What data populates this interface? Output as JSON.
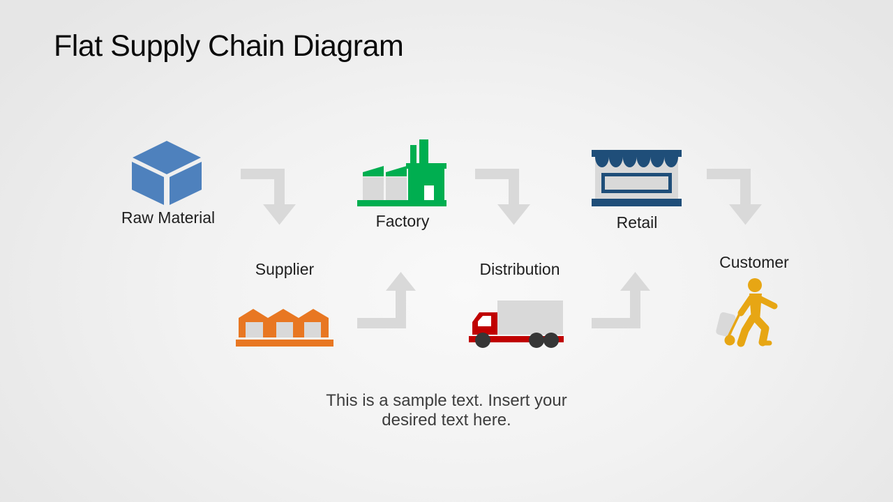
{
  "slide": {
    "title": "Flat Supply Chain Diagram",
    "caption_line1": "This is a sample text. Insert your",
    "caption_line2": "desired text here."
  },
  "nodes": {
    "raw_material": {
      "label": "Raw Material",
      "icon": "box-icon",
      "color": "#4E81BD",
      "row": "top"
    },
    "supplier": {
      "label": "Supplier",
      "icon": "warehouse-icon",
      "color": "#E87722",
      "row": "bottom"
    },
    "factory": {
      "label": "Factory",
      "icon": "factory-icon",
      "color": "#00AE50",
      "row": "top"
    },
    "distribution": {
      "label": "Distribution",
      "icon": "truck-icon",
      "color": "#C00000",
      "row": "bottom"
    },
    "retail": {
      "label": "Retail",
      "icon": "storefront-icon",
      "color": "#1F4E79",
      "row": "top"
    },
    "customer": {
      "label": "Customer",
      "icon": "person-luggage-icon",
      "color": "#E7A614",
      "row": "bottom"
    }
  },
  "flow_order": [
    "Raw Material",
    "Supplier",
    "Factory",
    "Distribution",
    "Retail",
    "Customer"
  ],
  "arrows": {
    "color": "#D9D9D9",
    "count": 5,
    "directions": [
      "right-then-down",
      "right-then-up",
      "right-then-down",
      "right-then-up",
      "right-then-down"
    ]
  },
  "colors": {
    "background": "#EFEFEF",
    "neutral_gray": "#D9D9D9",
    "wheel_dark": "#363636",
    "label_text": "#1F1F1F",
    "caption_text": "#3D3D3D",
    "title_text": "#0A0A0A"
  }
}
